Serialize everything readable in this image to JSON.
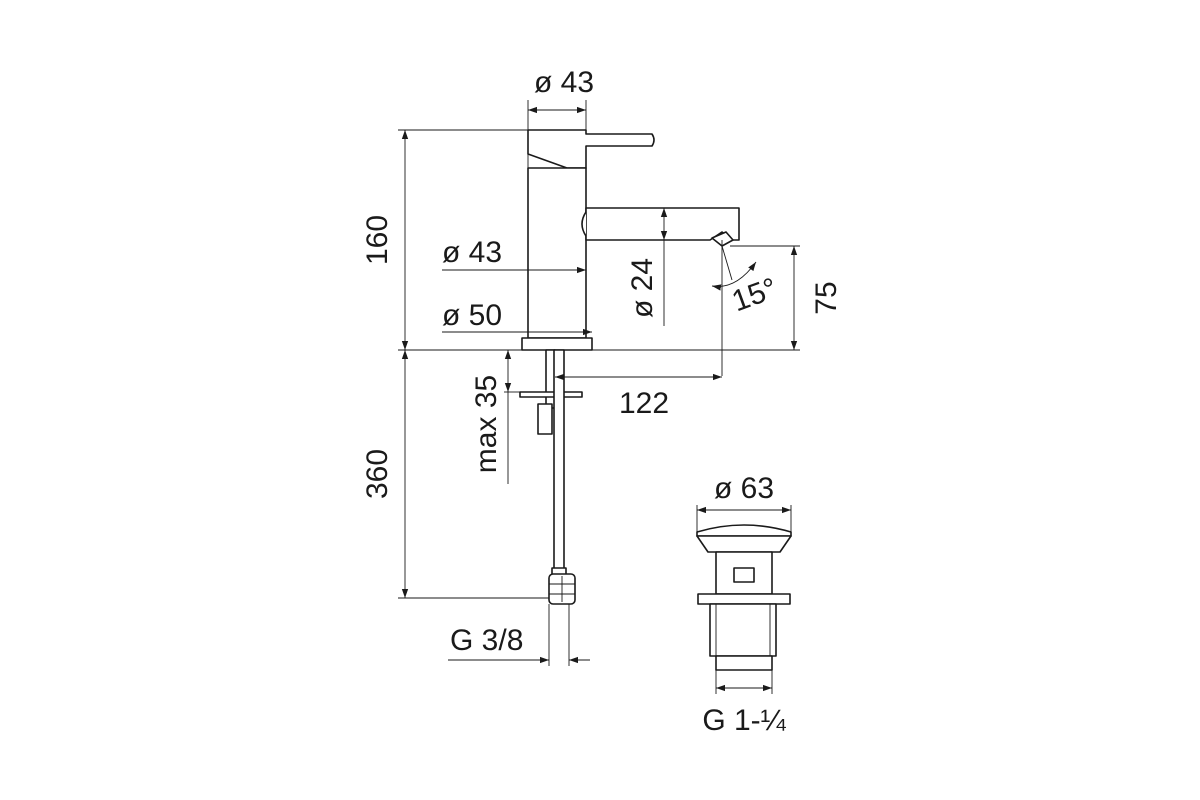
{
  "labels": {
    "top_diameter": "ø 43",
    "body_diameter": "ø 43",
    "base_diameter": "ø 50",
    "spout_diameter": "ø 24",
    "height_above_deck": "160",
    "length_below_deck": "360",
    "max_deck_thickness": "max 35",
    "spout_reach": "122",
    "spout_height": "75",
    "spout_angle": "15°",
    "inlet_thread": "G 3/8",
    "waste_diameter": "ø 63",
    "waste_thread": "G 1-¼"
  }
}
